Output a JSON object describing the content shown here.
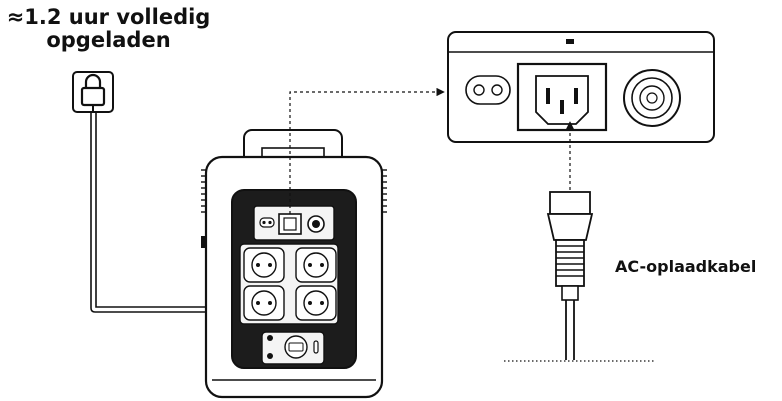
{
  "caption": {
    "line1": "≈1.2 uur volledig",
    "line2": "opgeladen"
  },
  "cable_label": "AC-oplaadkabel",
  "icons": [
    "wall-socket-plug-icon",
    "power-station-device",
    "ac-input-port-panel",
    "ac-charging-cable-connector"
  ],
  "colors": {
    "line": "#111111",
    "body_dark": "#1c1c1c",
    "panel": "#f4f4f4"
  }
}
